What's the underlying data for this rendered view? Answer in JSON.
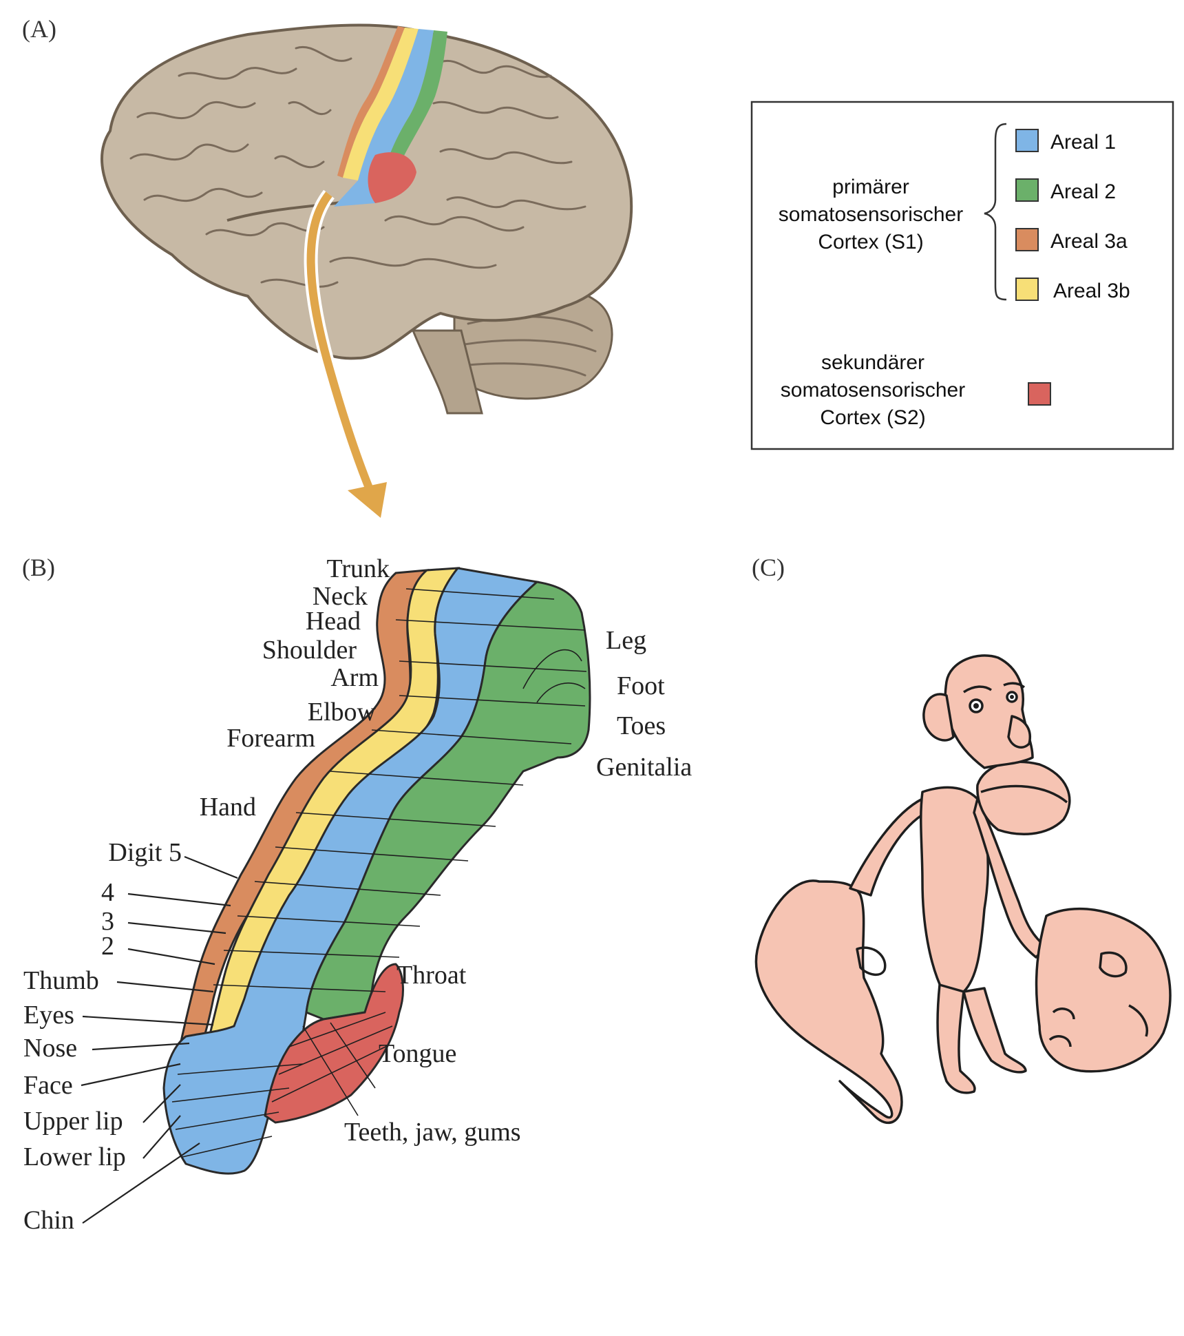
{
  "panels": {
    "a": "(A)",
    "b": "(B)",
    "c": "(C)"
  },
  "colors": {
    "areal1": "#7fb5e6",
    "areal2": "#6bb06a",
    "areal3a": "#d98c5f",
    "areal3b": "#f7df77",
    "s2": "#d9645e",
    "brain": "#c7b9a5",
    "homunculus_skin": "#f6c4b3",
    "arrow": "#e0a64a"
  },
  "legend": {
    "primary_label": [
      "primärer",
      "somatosensorischer",
      "Cortex (S1)"
    ],
    "secondary_label": [
      "sekundärer",
      "somatosensorischer",
      "Cortex (S2)"
    ],
    "items": [
      {
        "label": "Areal 1",
        "color_key": "areal1"
      },
      {
        "label": "Areal 2",
        "color_key": "areal2"
      },
      {
        "label": "Areal 3a",
        "color_key": "areal3a"
      },
      {
        "label": "Areal 3b",
        "color_key": "areal3b"
      }
    ]
  },
  "body_labels": {
    "trunk": "Trunk",
    "neck": "Neck",
    "head": "Head",
    "shoulder": "Shoulder",
    "arm": "Arm",
    "elbow": "Elbow",
    "forearm": "Forearm",
    "hand": "Hand",
    "digit5": "Digit 5",
    "digit4": "4",
    "digit3": "3",
    "digit2": "2",
    "thumb": "Thumb",
    "eyes": "Eyes",
    "nose": "Nose",
    "face": "Face",
    "upper_lip": "Upper lip",
    "lower_lip": "Lower lip",
    "chin": "Chin",
    "leg": "Leg",
    "foot": "Foot",
    "toes": "Toes",
    "genitalia": "Genitalia",
    "throat": "Throat",
    "tongue": "Tongue",
    "teeth": "Teeth, jaw, gums"
  }
}
